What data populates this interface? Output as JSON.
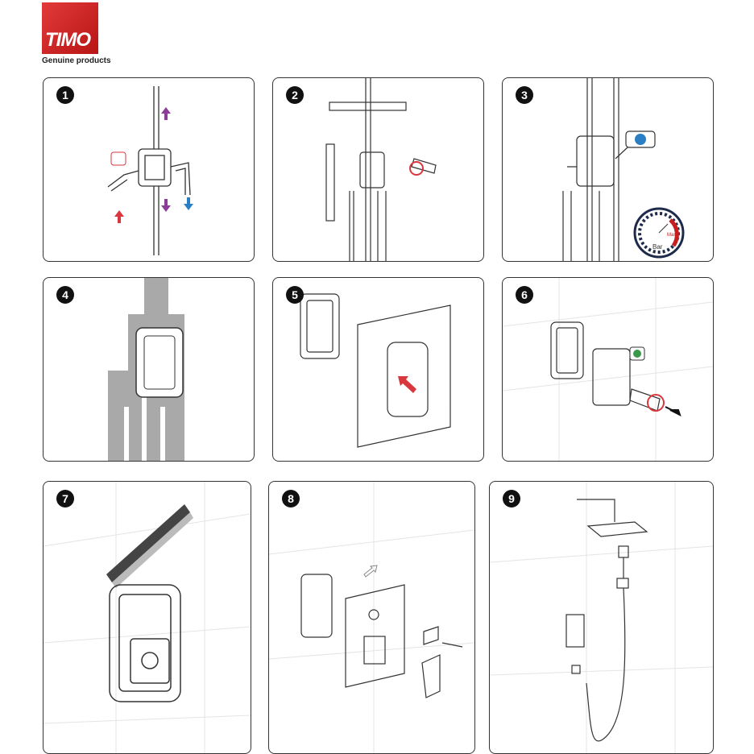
{
  "brand": {
    "logo_text": "TIMO",
    "tagline": "Genuine products",
    "color": "#c81e1e"
  },
  "steps": [
    {
      "number": "1"
    },
    {
      "number": "2"
    },
    {
      "number": "3"
    },
    {
      "number": "4"
    },
    {
      "number": "5"
    },
    {
      "number": "6"
    },
    {
      "number": "7"
    },
    {
      "number": "8"
    },
    {
      "number": "9"
    }
  ],
  "gauge": {
    "unit": "Bar",
    "max_label": "Max"
  },
  "colors": {
    "arrow_red": "#d9363e",
    "arrow_blue": "#2a7fc4",
    "arrow_purple": "#8e3c9a",
    "wall_gray": "#a9a9a9",
    "recycle_green": "#3a9a4a"
  }
}
